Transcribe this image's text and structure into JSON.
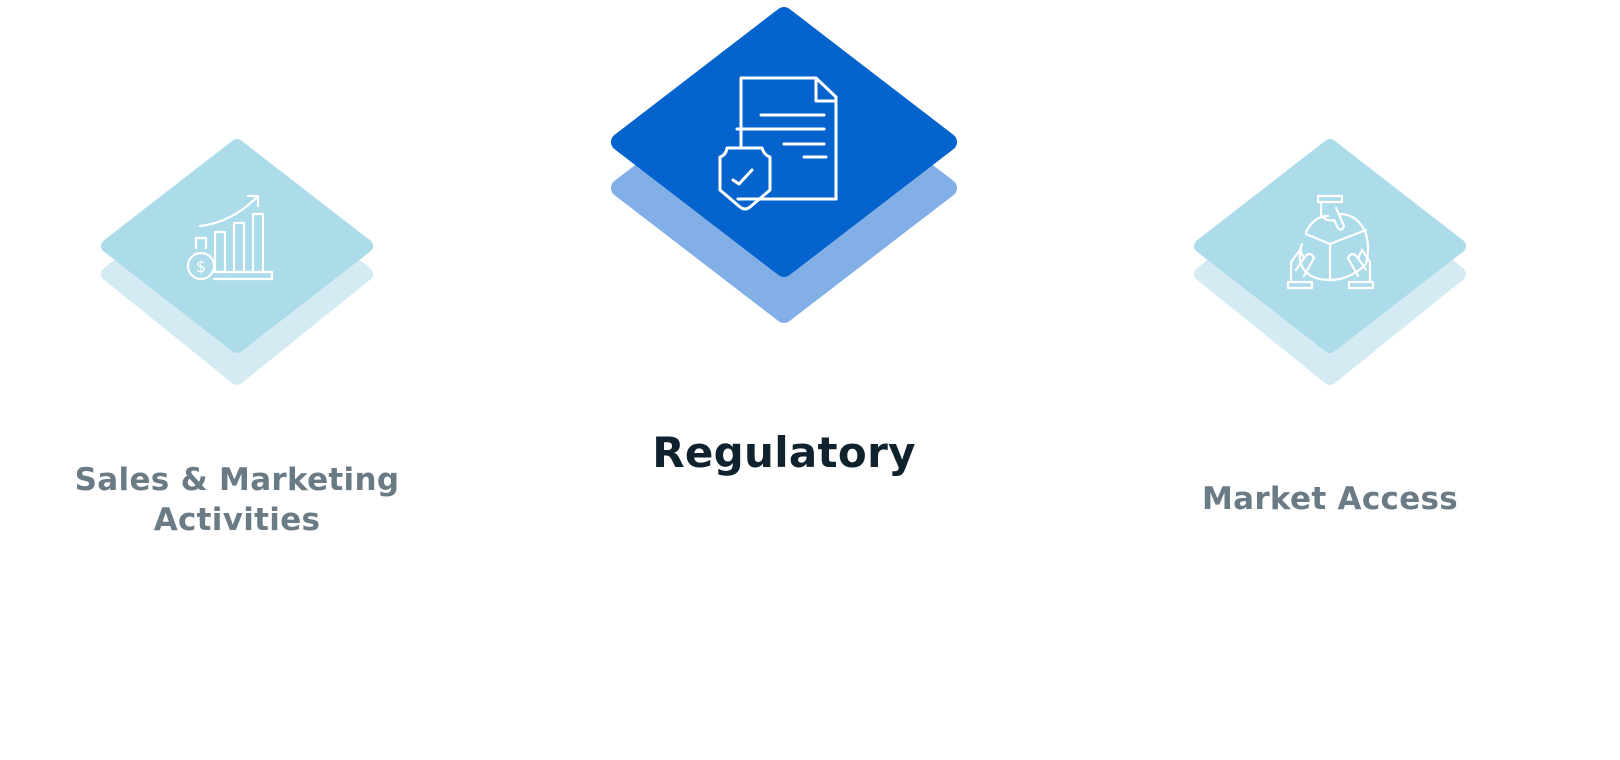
{
  "carousel": {
    "items": [
      {
        "label": "Sales & Marketing Activities",
        "label_line1": "Sales & Marketing",
        "label_line2": "Activities",
        "icon": "sales-growth-chart-icon",
        "active": false
      },
      {
        "label": "Regulatory",
        "icon": "document-shield-check-icon",
        "active": true
      },
      {
        "label": "Market Access",
        "icon": "hands-pie-chart-icon",
        "active": false
      }
    ]
  },
  "colors": {
    "active_diamond": "#0563cd",
    "active_shadow": "#82b0e6",
    "inactive_diamond": "#acdbe9",
    "inactive_shadow": "#d4ebf3",
    "active_text": "#10222e",
    "inactive_text": "#6b7b86"
  }
}
